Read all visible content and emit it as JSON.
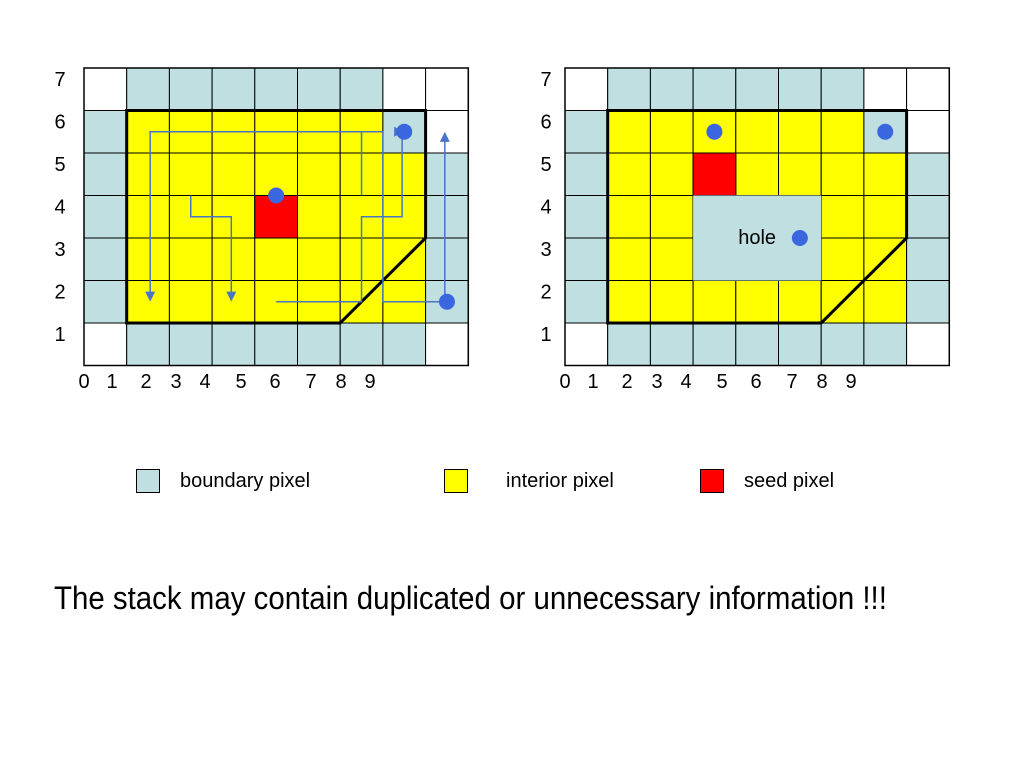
{
  "colors": {
    "boundary": "#bfdfe0",
    "interior": "#ffff00",
    "seed": "#ff0000",
    "empty": "#ffffff",
    "grid": "#000000",
    "path": "#4a74c9",
    "point": "#3a66e0"
  },
  "axes": {
    "y_labels": [
      "7",
      "6",
      "5",
      "4",
      "3",
      "2",
      "1"
    ],
    "x_labels": [
      "0",
      "1",
      "2",
      "3",
      "4",
      "5",
      "6",
      "7",
      "8",
      "9"
    ]
  },
  "grid_cols": 9,
  "grid_rows": 7,
  "panels": [
    {
      "id": "left",
      "cells": [
        "wbbbbbbww",
        "bssssssbw",
        "bsssssssb",
        "bsssssssb",
        "bsssssssb",
        "bsssssssb",
        "wbbbbbbbw"
      ],
      "seed_cells": [
        [
          4,
          3
        ]
      ],
      "hole": null,
      "stroke_polygon": [
        [
          1,
          1
        ],
        [
          6,
          1
        ],
        [
          8,
          3
        ],
        [
          8,
          6
        ],
        [
          1,
          6
        ]
      ],
      "paths": [
        [
          [
            6.5,
            4
          ],
          [
            6.5,
            5.5
          ],
          [
            1.55,
            5.5
          ],
          [
            1.55,
            1.55
          ]
        ],
        [
          [
            2.5,
            4
          ],
          [
            2.5,
            3.5
          ],
          [
            3.45,
            3.5
          ],
          [
            3.45,
            1.55
          ]
        ],
        [
          [
            4.5,
            1.5
          ],
          [
            6.5,
            1.5
          ],
          [
            6.5,
            3.5
          ],
          [
            7.45,
            3.5
          ],
          [
            7.45,
            5.5
          ],
          [
            7.45,
            5.5
          ]
        ],
        [
          [
            6.5,
            5.5
          ],
          [
            7,
            5.5
          ],
          [
            7,
            1.5
          ],
          [
            8.45,
            1.5
          ],
          [
            8.45,
            5.45
          ]
        ]
      ],
      "points": [
        [
          4.5,
          4
        ],
        [
          7.5,
          5.5
        ],
        [
          8.5,
          1.5
        ]
      ]
    },
    {
      "id": "right",
      "cells": [
        "wbbbbbbww",
        "bssssssbw",
        "bsssssssb",
        "bsshhhssb",
        "bsshhhssb",
        "bsssssssb",
        "wbbbbbbbw"
      ],
      "seed_cells": [
        [
          3,
          2
        ]
      ],
      "hole": {
        "label": "hole"
      },
      "stroke_polygon": [
        [
          1,
          1
        ],
        [
          6,
          1
        ],
        [
          8,
          3
        ],
        [
          8,
          6
        ],
        [
          1,
          6
        ]
      ],
      "paths": [],
      "points": [
        [
          5.5,
          3
        ],
        [
          3.5,
          5.5
        ],
        [
          7.5,
          5.5
        ]
      ]
    }
  ],
  "legend": [
    {
      "key": "boundary",
      "label": "boundary pixel"
    },
    {
      "key": "interior",
      "label": "interior pixel"
    },
    {
      "key": "seed",
      "label": "seed pixel"
    }
  ],
  "caption": "The stack may contain duplicated or unnecessary information !!!"
}
